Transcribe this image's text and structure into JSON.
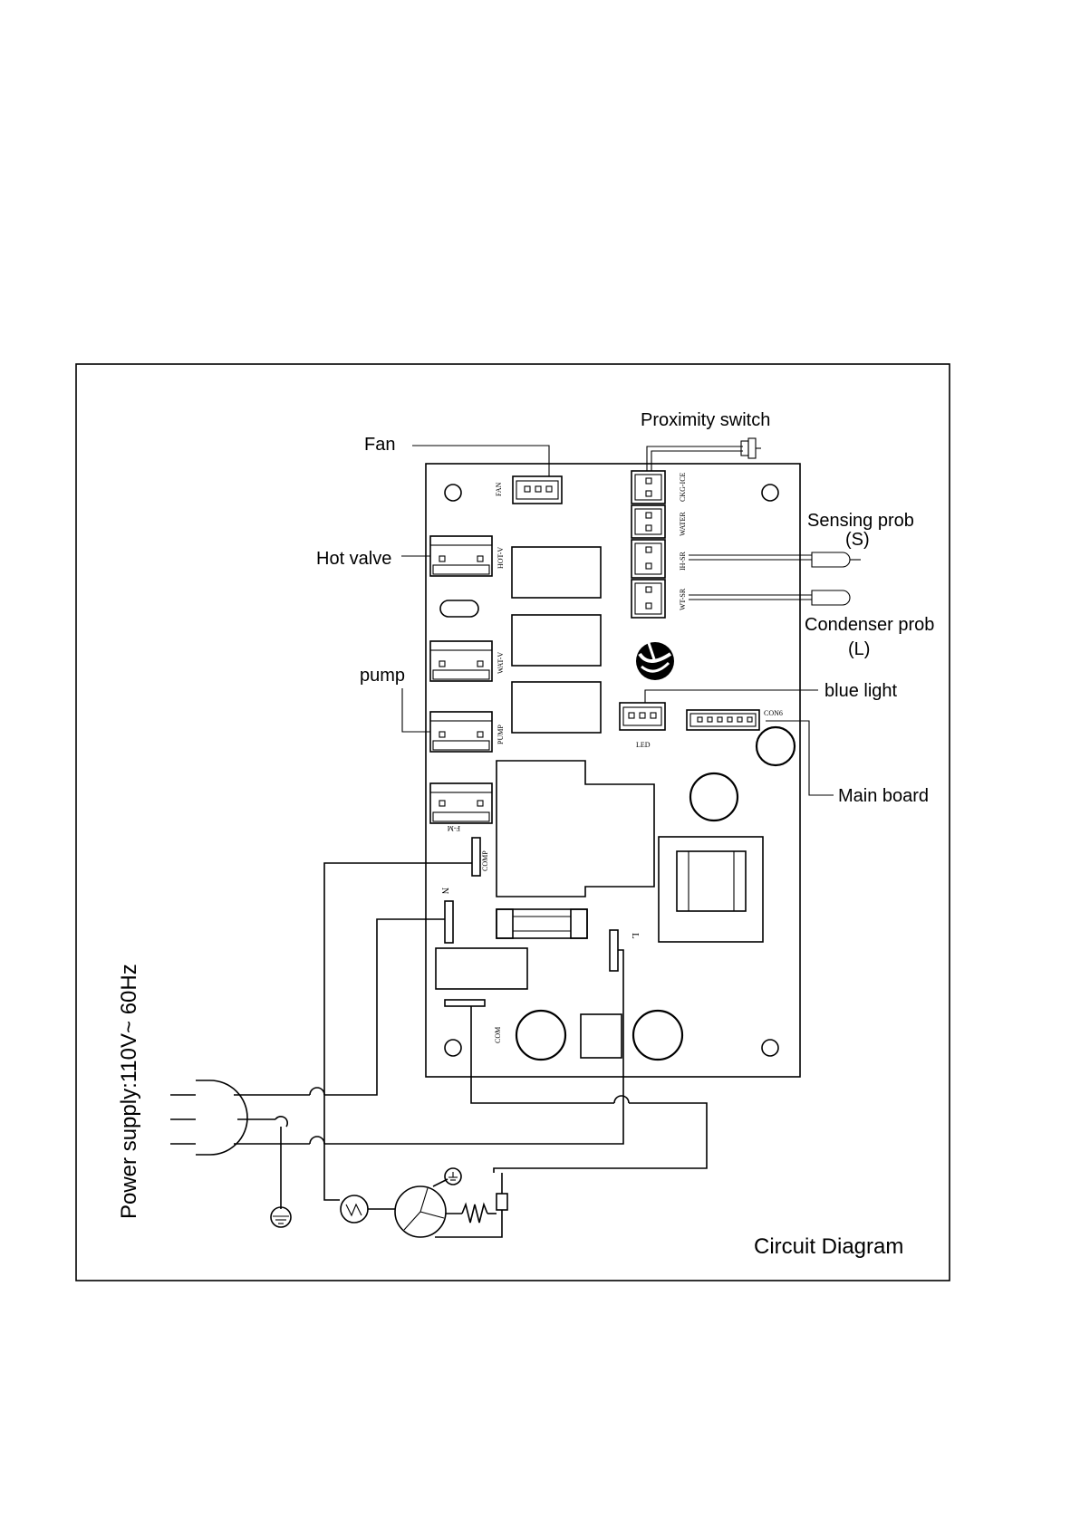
{
  "diagram": {
    "title": "Circuit Diagram",
    "power_supply": "Power supply:110V~ 60Hz",
    "labels": {
      "fan": "Fan",
      "proximity_switch": "Proximity switch",
      "sensing_prob": "Sensing prob",
      "sensing_prob_code": "(S)",
      "hot_valve": "Hot valve",
      "condenser_prob": "Condenser prob",
      "condenser_prob_code": "(L)",
      "pump": "pump",
      "blue_light": "blue light",
      "main_board": "Main board"
    },
    "board_markings": {
      "fan": "FAN",
      "ckg_ice": "CKG-ICE",
      "water": "WATER",
      "hot_v": "HOT-V",
      "ih_sr": "IH-SR",
      "wt_sr": "WT-SR",
      "wat_v": "WAT-V",
      "pump": "PUMP",
      "led": "LED",
      "con6": "CON6",
      "f_m": "F-M",
      "comp": "COMP",
      "n": "N",
      "l": "L",
      "com": "COM"
    }
  }
}
